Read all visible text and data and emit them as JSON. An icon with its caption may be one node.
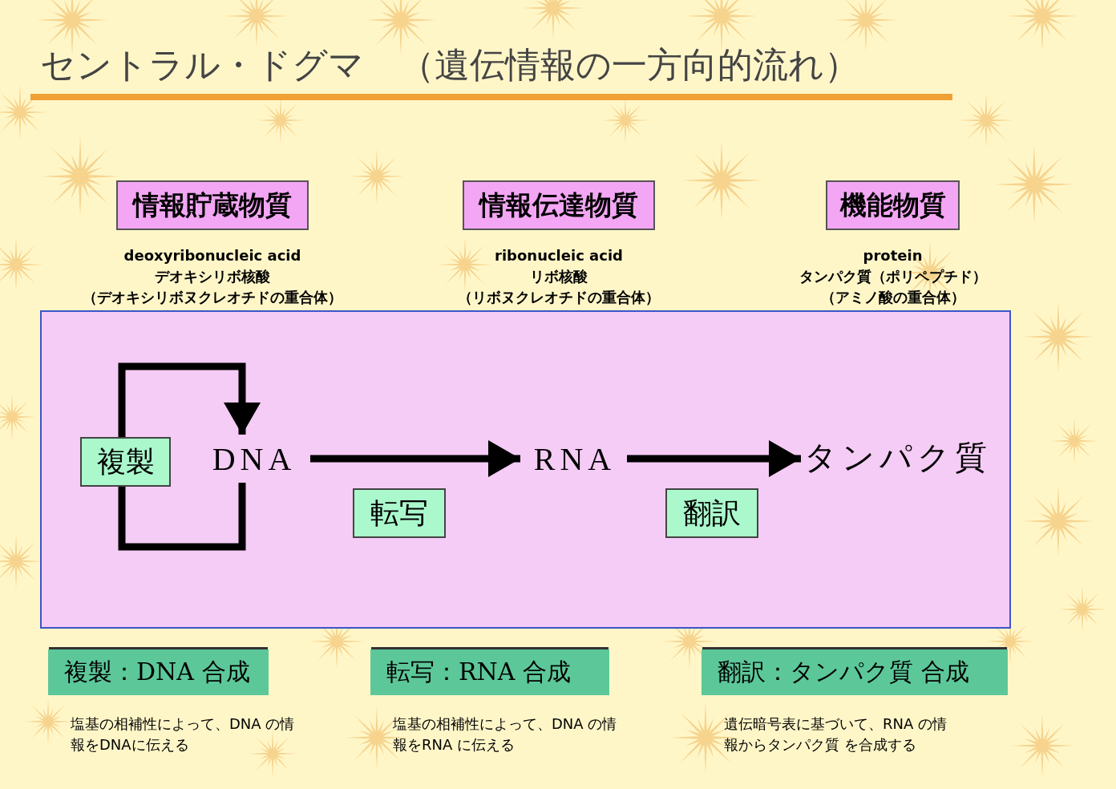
{
  "diagram": {
    "title": "セントラル・ドグマ　（遺伝情報の一方向的流れ）",
    "nodes": [
      {
        "text": [
          "情報貯蔵物質"
        ],
        "beside": [
          "deoxyribonucleic acid",
          "デオキシリボ核酸",
          "（デオキシリボヌクレオチドの重合体）"
        ]
      },
      {
        "text": [
          "情報伝達物質"
        ],
        "beside": [
          "ribonucleic acid",
          "リボ核酸",
          "（リボヌクレオチドの重合体）"
        ]
      },
      {
        "text": [
          "機能物質"
        ],
        "beside": [
          "protein",
          "タンパク質（ポリペプチド）",
          "（アミノ酸の重合体）"
        ]
      },
      {
        "text": [],
        "shape": "box"
      },
      {
        "text": [
          "複製"
        ],
        "in": 3
      },
      {
        "text": [
          "DNA"
        ],
        "in": 3
      },
      {
        "text": [
          "転写"
        ],
        "in": 3
      },
      {
        "text": [
          "RNA"
        ],
        "in": 3
      },
      {
        "text": [
          "翻訳"
        ],
        "in": 3
      },
      {
        "text": [
          "タンパク質"
        ],
        "in": 3
      },
      {
        "text": [
          "複製：DNA 合成"
        ],
        "beside": [
          "塩基の相補性によって、DNA の情報をDNAに伝える"
        ]
      },
      {
        "text": [
          "転写：RNA 合成"
        ],
        "beside": [
          "塩基の相補性によって、DNA の情報をRNA に伝える"
        ]
      },
      {
        "text": [
          "翻訳：タンパク質 合成"
        ],
        "beside": [
          "遺伝暗号表に基づいて、RNA の情報からタンパク質 を合成する"
        ]
      }
    ],
    "edges": [
      {
        "from": 5,
        "to": 4,
        "arrow": "none"
      },
      {
        "from": 4,
        "to": 5,
        "arrow": "to"
      },
      {
        "from": 5,
        "to": 7,
        "arrow": "to"
      },
      {
        "from": 7,
        "to": 9,
        "arrow": "to"
      }
    ]
  }
}
